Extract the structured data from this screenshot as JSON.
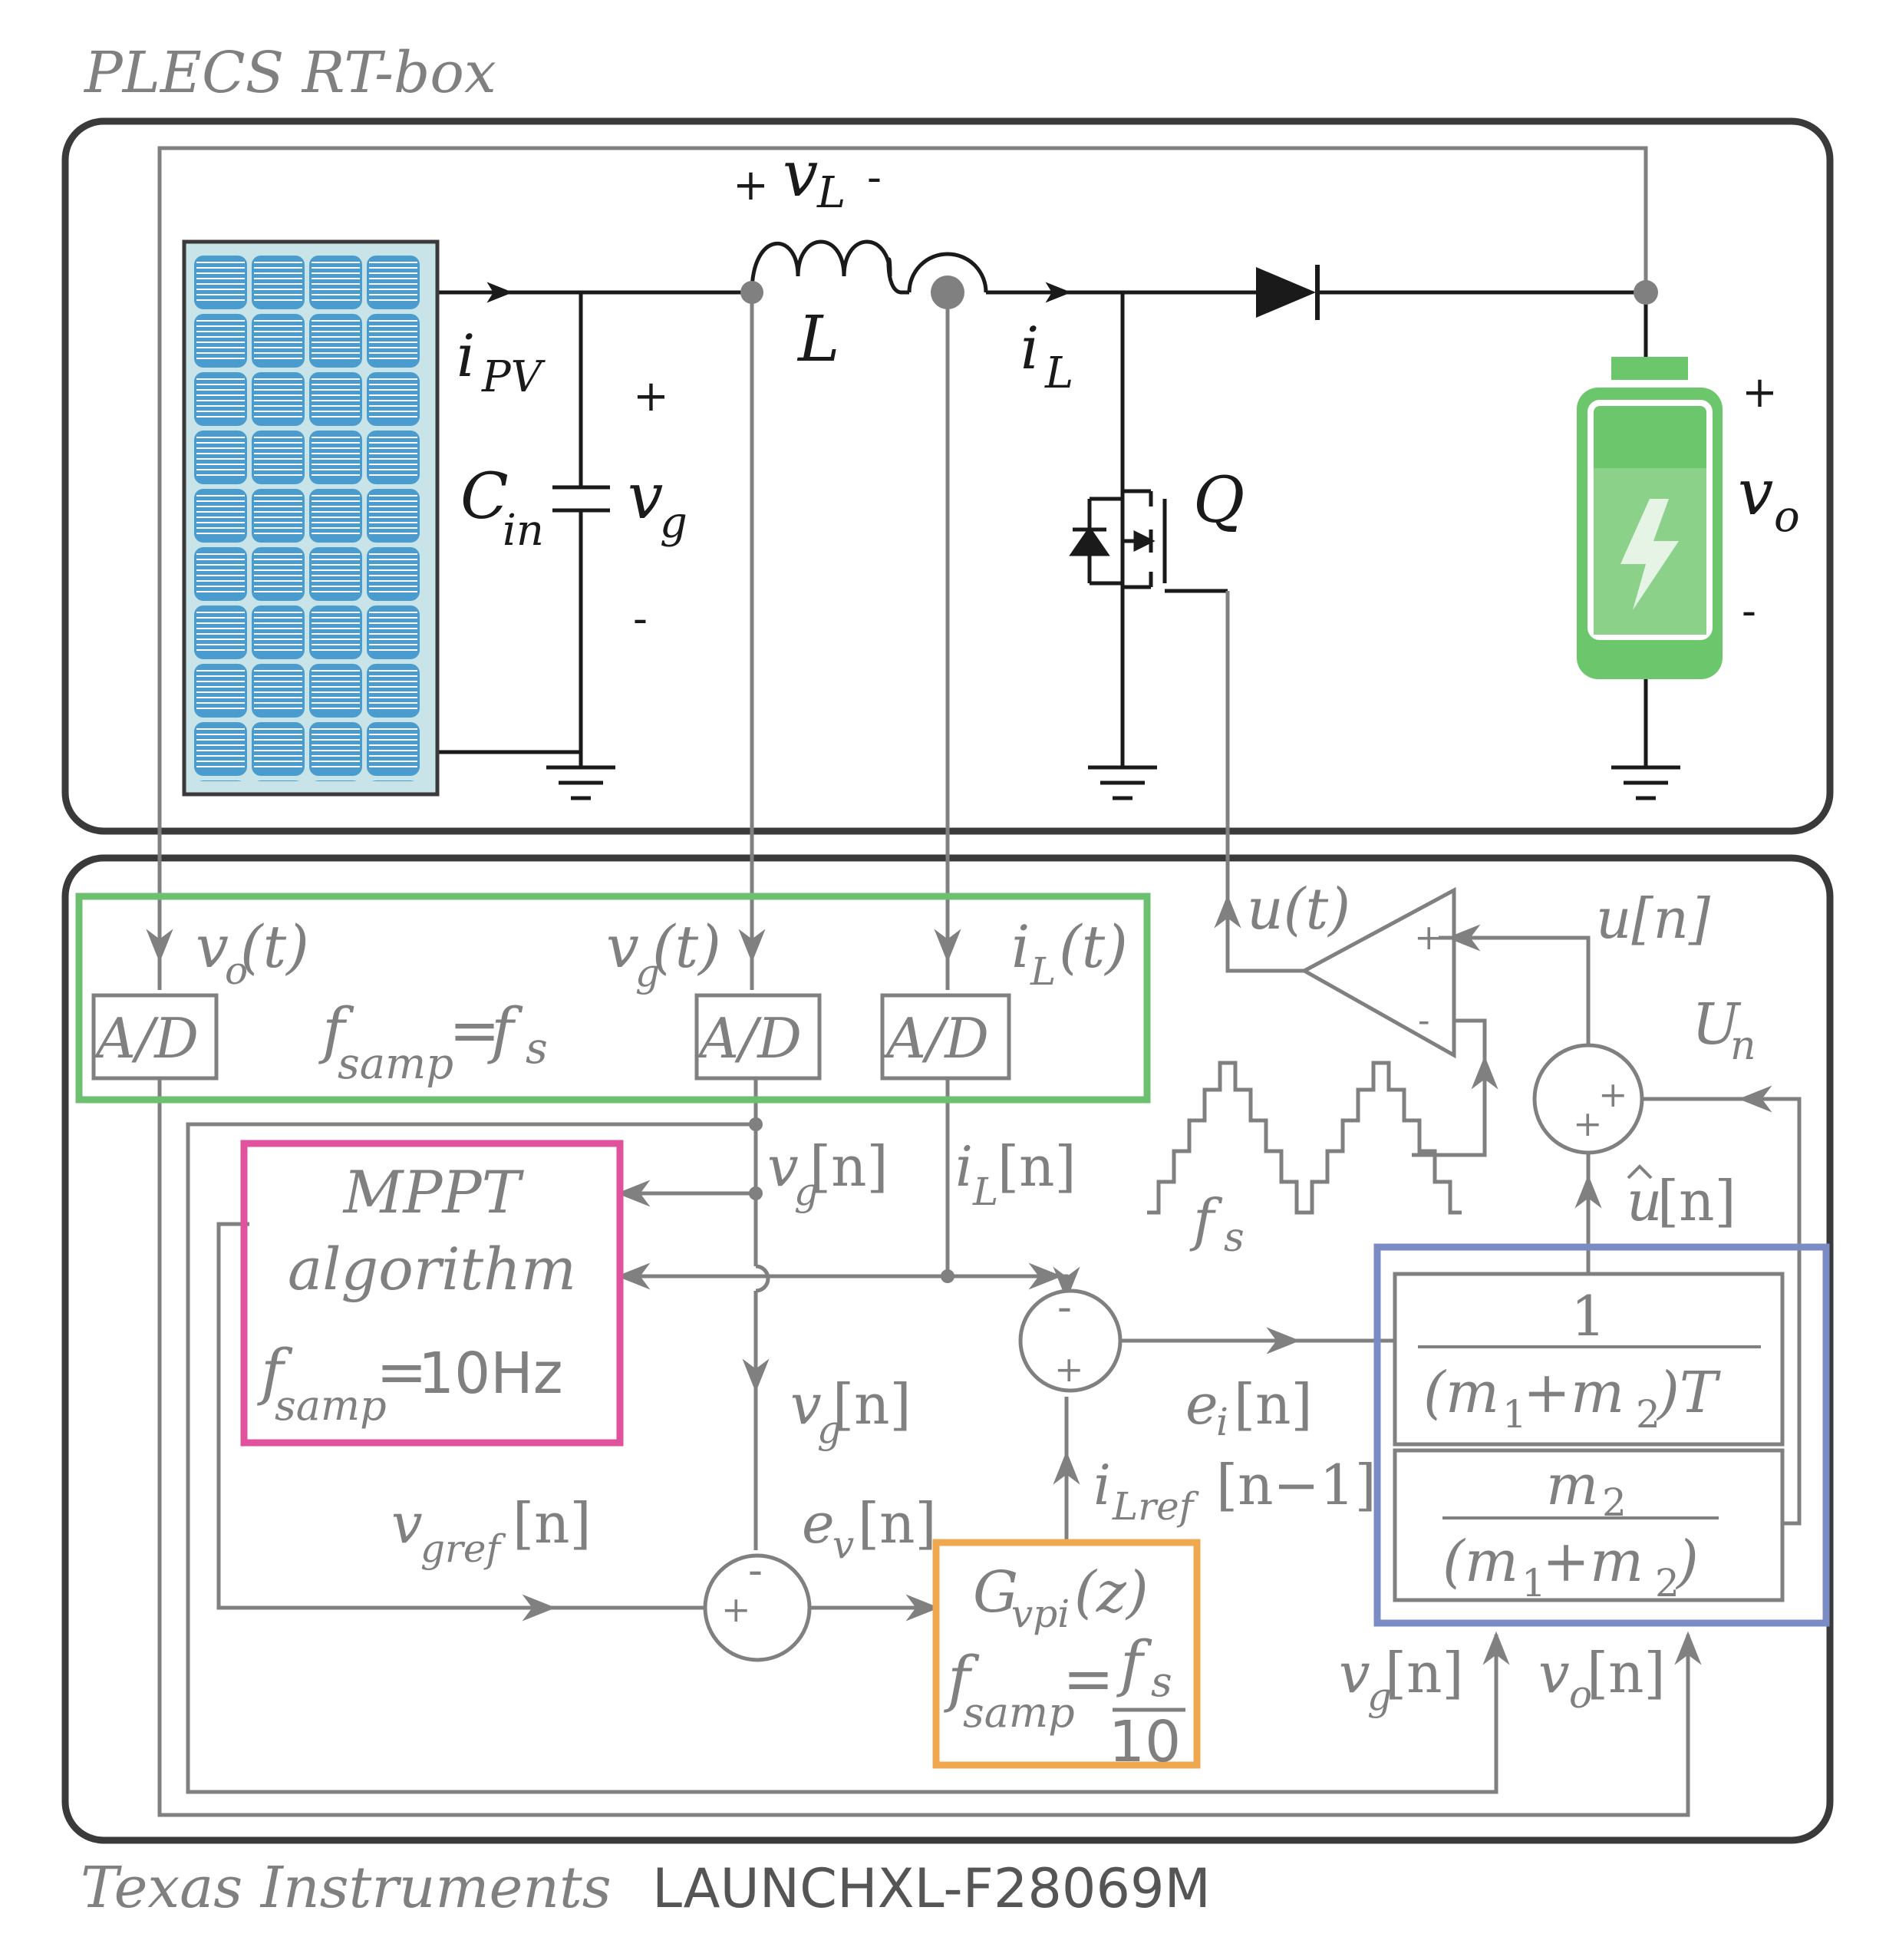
{
  "titles": {
    "top_box": "PLECS RT-box",
    "bottom_box_italic": "Texas Instruments",
    "bottom_box_board": "LAUNCHXL-F28069M"
  },
  "circuit": {
    "i_pv": "i",
    "i_pv_sub": "PV",
    "c_in": "C",
    "c_in_sub": "in",
    "v_g": "v",
    "v_g_sub": "g",
    "v_l": "v",
    "v_l_sub": "L",
    "plus": "+",
    "minus": "-",
    "inductor": "L",
    "i_l": "i",
    "i_l_sub": "L",
    "switch": "Q",
    "v_o": "v",
    "v_o_sub": "o"
  },
  "controller": {
    "adc_label": "A/D",
    "sig_vo_t": "(t)",
    "sig_vg_t": "(t)",
    "sig_il_t": "(t)",
    "f_samp": "f",
    "samp": "samp",
    "eq": "=",
    "f_s": "f",
    "s": "s",
    "vg_n": "[n]",
    "il_n": "[n]",
    "mppt_title1": "MPPT",
    "mppt_title2": "algorithm",
    "mppt_rate": "10Hz",
    "vgref": "v",
    "vgref_sub": "gref",
    "vgref_n": "[n]",
    "ev": "e",
    "ev_sub": "v",
    "ev_n": "[n]",
    "ei": "e",
    "ei_sub": "i",
    "ei_n": "[n]",
    "ilref": "i",
    "ilref_sub": "Lref",
    "ilref_n": "[n−1]",
    "gvpi": "G",
    "gvpi_sub": "vpi",
    "gvpi_arg": "(z)",
    "ten": "10",
    "u_t": "u(t)",
    "u_n": "u[n]",
    "U_n": "U",
    "U_n_sub": "n",
    "uhat_n": "[n]",
    "block1_num": "1",
    "block1_den_a": "(m",
    "block1_den_b": "+m",
    "block1_den_c": ")T",
    "block2_num": "m",
    "block2_den_a": "(m",
    "block2_den_b": "+m",
    "block2_den_c": ")",
    "one": "1",
    "two": "2",
    "vg_bottom": "[n]",
    "vo_bottom": "[n]"
  },
  "colors": {
    "box": "#3a3a3a",
    "wire": "#1a1a1a",
    "signal": "#808080",
    "adc_group": "#6cc070",
    "mppt": "#e0529c",
    "gvpi": "#f0a850",
    "ffwd": "#7b8cc4",
    "pv_panel": "#4a9ccf",
    "battery": "#6cc76c"
  }
}
